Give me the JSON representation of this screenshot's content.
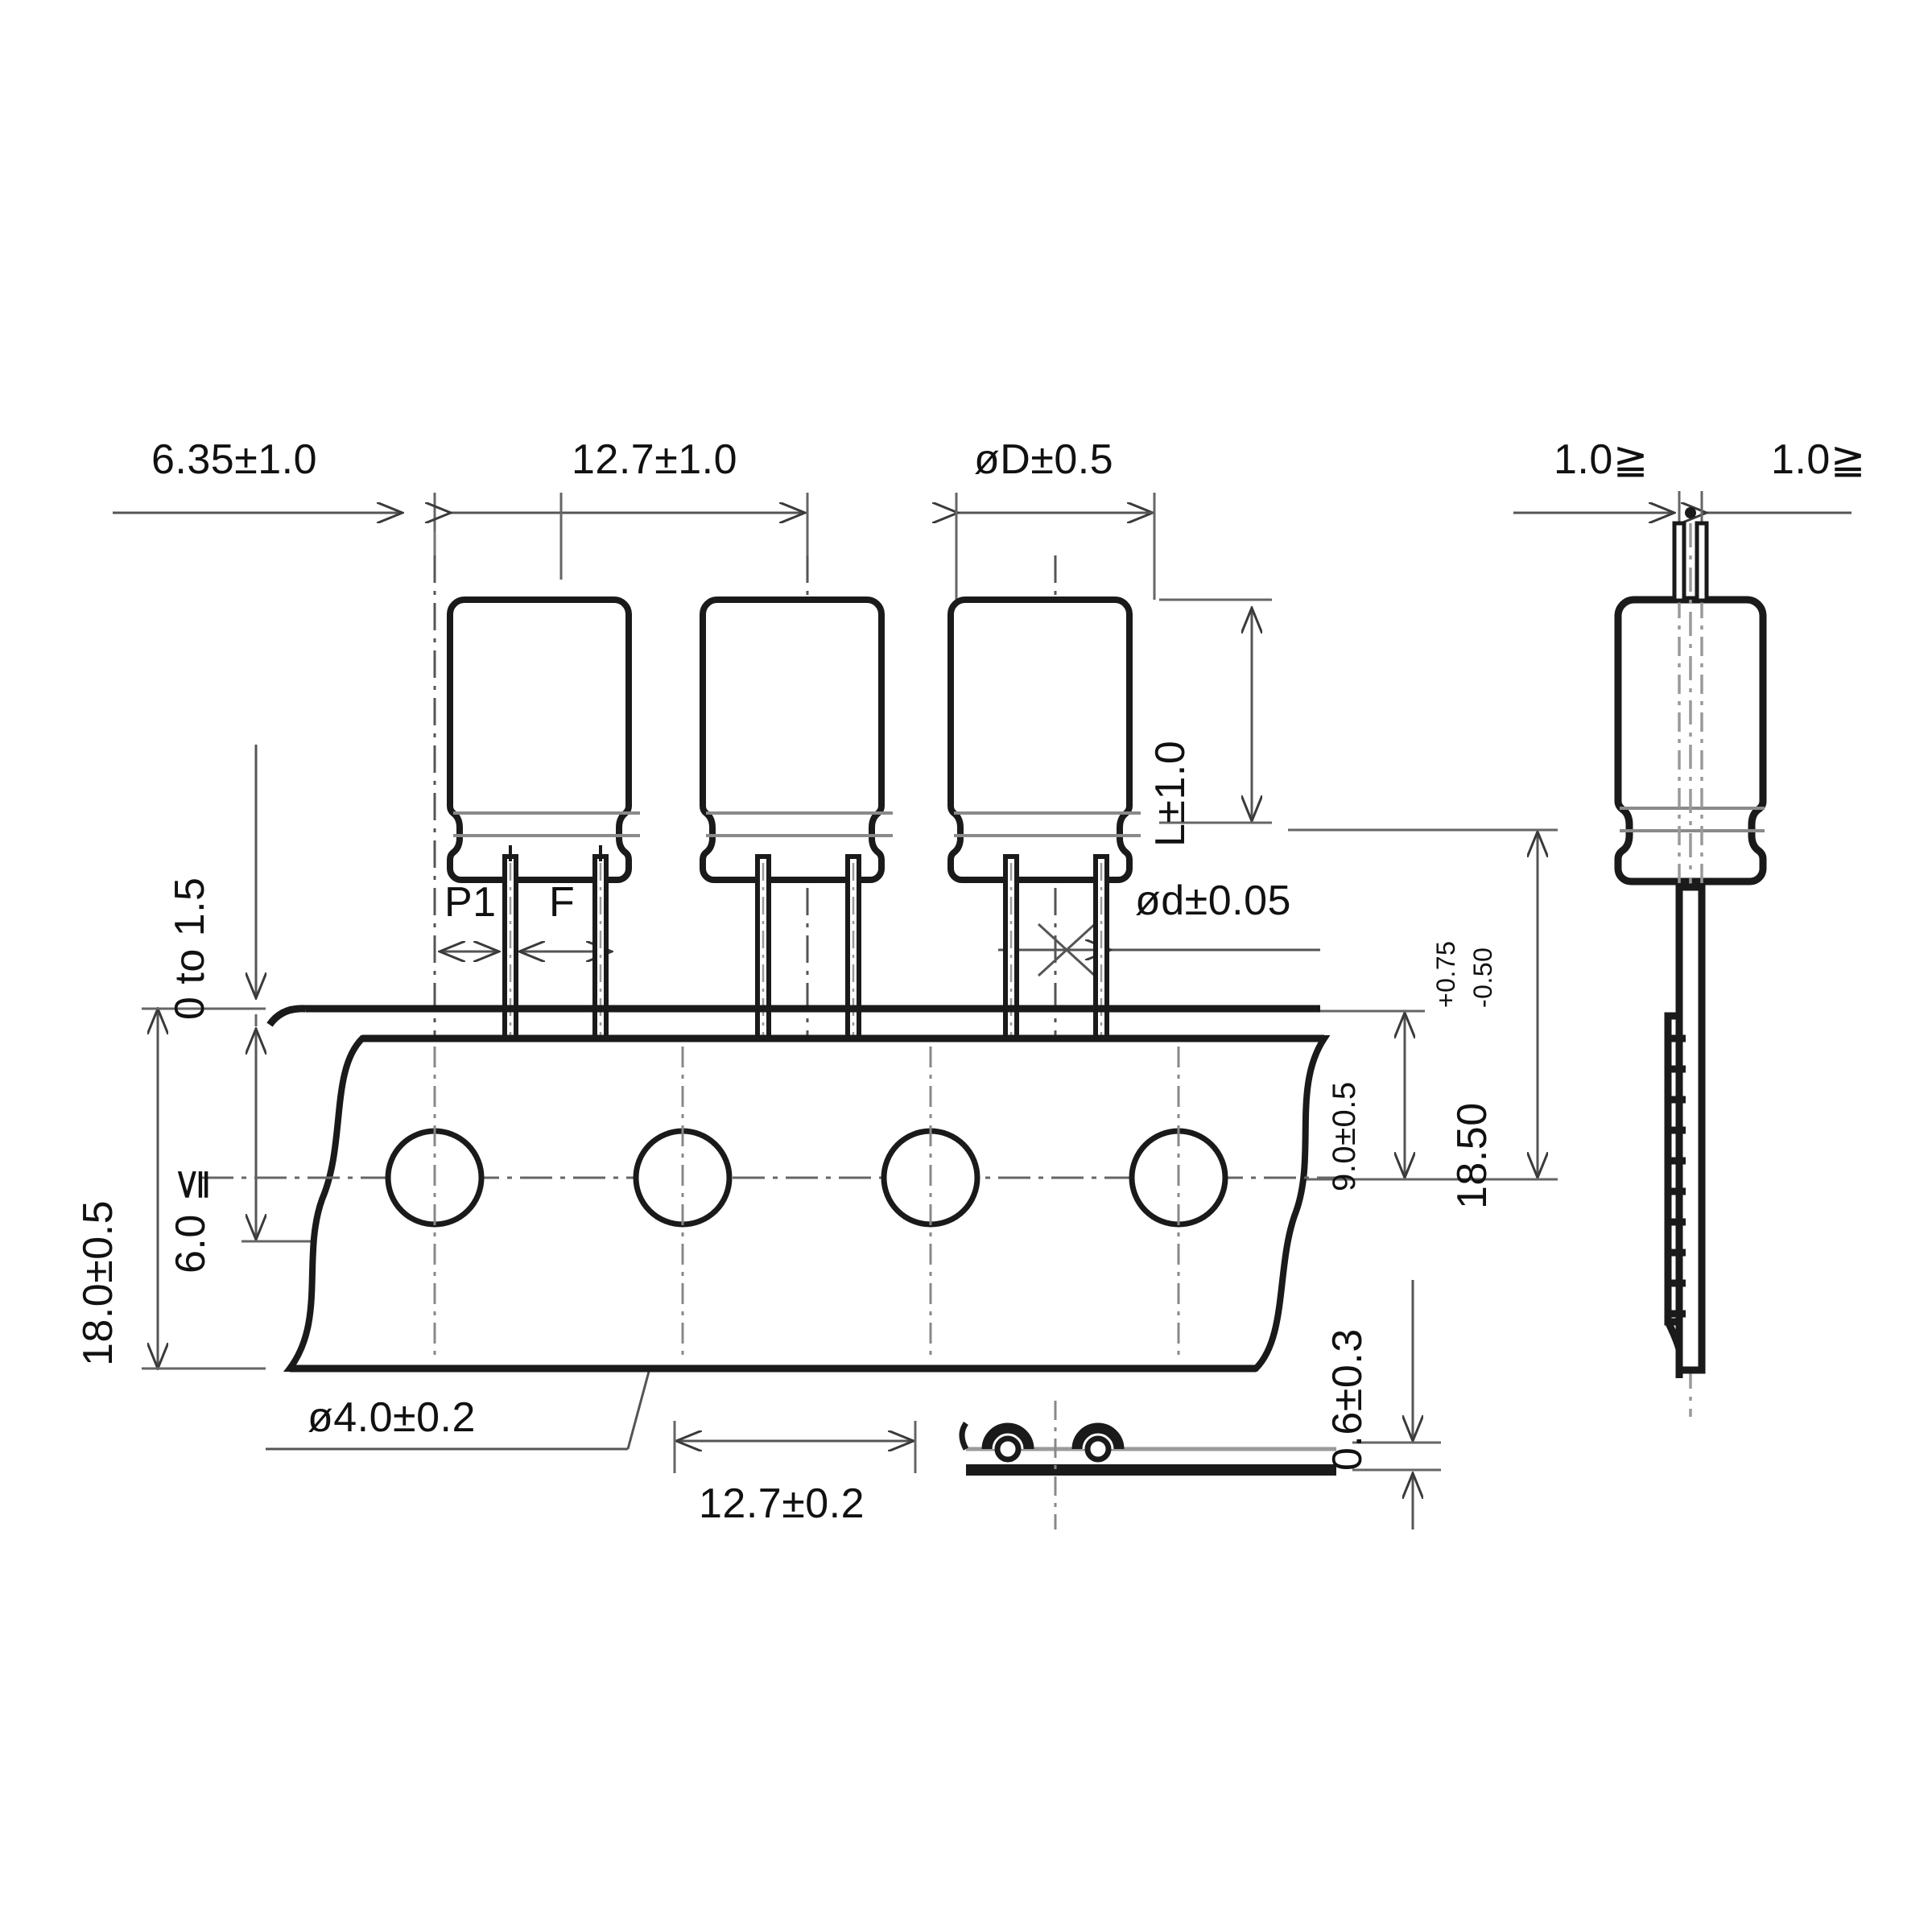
{
  "drawing": {
    "title": "Radial capacitor tape packaging dimensional drawing",
    "units": "mm",
    "line_color": "#1a1a1a",
    "dim_line_color": "#555555",
    "background": "#ffffff"
  },
  "dimensions": {
    "lead_offset_first": "6.35±1.0",
    "body_pitch": "12.7±1.0",
    "body_diameter": "øD±0.5",
    "body_length": "L±1.0",
    "body_seating": "0 to 1.5",
    "lead_pitch_p1": "P1",
    "lead_pitch_f": "F",
    "lead_diameter": "ød±0.05",
    "tape_width": "18.0±0.5",
    "tape_edge_to_hole": "6.0 ≦",
    "hole_to_lead_top": "9.0±0.5",
    "body_to_hole_center": "18.50",
    "body_to_hole_center_tol_plus": "+0.75",
    "body_to_hole_center_tol_minus": "-0.50",
    "sprocket_hole_diameter": "ø4.0±0.2",
    "sprocket_hole_pitch": "12.7±0.2",
    "tape_thickness": "0.6±0.3",
    "side_clearance_left": "1.0≧",
    "side_clearance_right": "1.0≧"
  },
  "views": {
    "front": {
      "name": "front-view",
      "capacitor_count": 3,
      "sprocket_hole_count": 4
    },
    "side": {
      "name": "side-view",
      "capacitor_count": 1
    },
    "tape_section": {
      "name": "tape-cross-section-view",
      "lead_bump_count": 2
    }
  }
}
